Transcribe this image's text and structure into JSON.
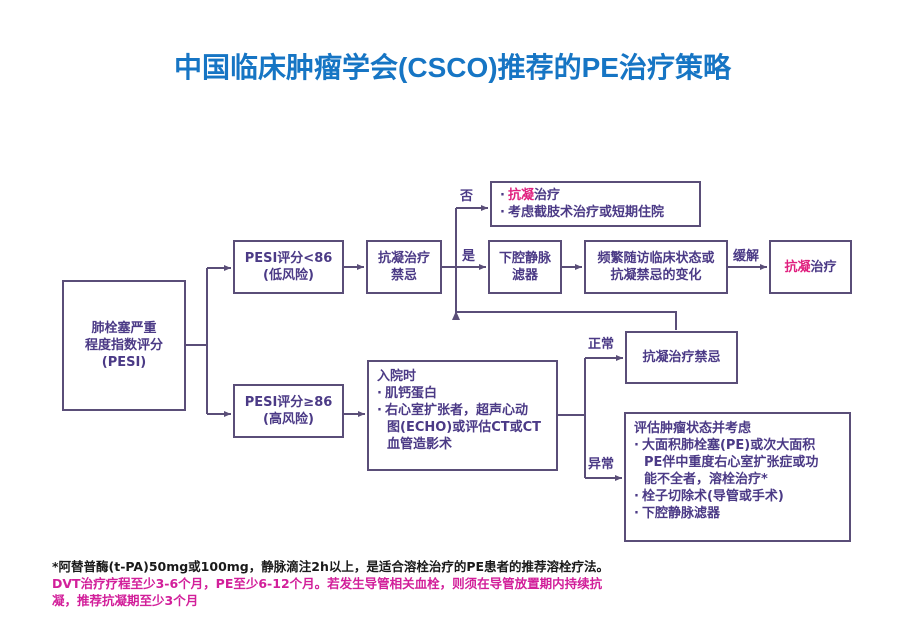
{
  "title": "中国临床肿瘤学会(CSCO)推荐的PE治疗策略",
  "colors": {
    "title": "#1675c4",
    "box_text": "#4b3a86",
    "box_border": "#5a4e78",
    "highlight": "#e0207f",
    "footnote_highlight": "#d21f9a"
  },
  "nodes": {
    "pesi": {
      "lines": [
        "肺栓塞严重",
        "程度指数评分",
        "(PESI)"
      ]
    },
    "low_risk": {
      "lines": [
        "PESI评分<86",
        "(低风险)"
      ]
    },
    "contraindication_top": {
      "lines": [
        "抗凝治疗",
        "禁忌"
      ]
    },
    "no_branch": {
      "items": [
        {
          "highlight": "抗凝",
          "rest": "治疗"
        },
        {
          "highlight": "",
          "rest": "考虑截肢术治疗或短期住院"
        }
      ]
    },
    "ivc_filter": {
      "lines": [
        "下腔静脉",
        "滤器"
      ]
    },
    "follow_up": {
      "lines": [
        "频繁随访临床状态或",
        "抗凝禁忌的变化"
      ]
    },
    "anticoag_final": {
      "highlight": "抗凝",
      "rest": "治疗"
    },
    "high_risk": {
      "lines": [
        "PESI评分≥86",
        "(高风险)"
      ]
    },
    "admission": {
      "heading": "入院时",
      "items": [
        [
          "肌钙蛋白"
        ],
        [
          "右心室扩张者，超声心动",
          "图(ECHO)或评估CT或CT",
          "血管造影术"
        ]
      ]
    },
    "contraindication_normal": {
      "lines": [
        "抗凝治疗禁忌"
      ]
    },
    "abnormal": {
      "heading": "评估肿瘤状态并考虑",
      "items": [
        [
          "大面积肺栓塞(PE)或次大面积",
          "PE伴中重度右心室扩张症或功",
          "能不全者，溶栓治疗*"
        ],
        [
          "栓子切除术(导管或手术)"
        ],
        [
          "下腔静脉滤器"
        ]
      ]
    }
  },
  "edge_labels": {
    "no": "否",
    "yes": "是",
    "relief": "缓解",
    "normal": "正常",
    "abnormal": "异常"
  },
  "footnote": {
    "line1": "*阿替普酶(t-PA)50mg或100mg，静脉滴注2h以上，是适合溶栓治疗的PE患者的推荐溶栓疗法。",
    "line2": "DVT治疗疗程至少3-6个月，PE至少6-12个月。若发生导管相关血栓，则须在导管放置期内持续抗",
    "line3": "凝，推荐抗凝期至少3个月"
  }
}
